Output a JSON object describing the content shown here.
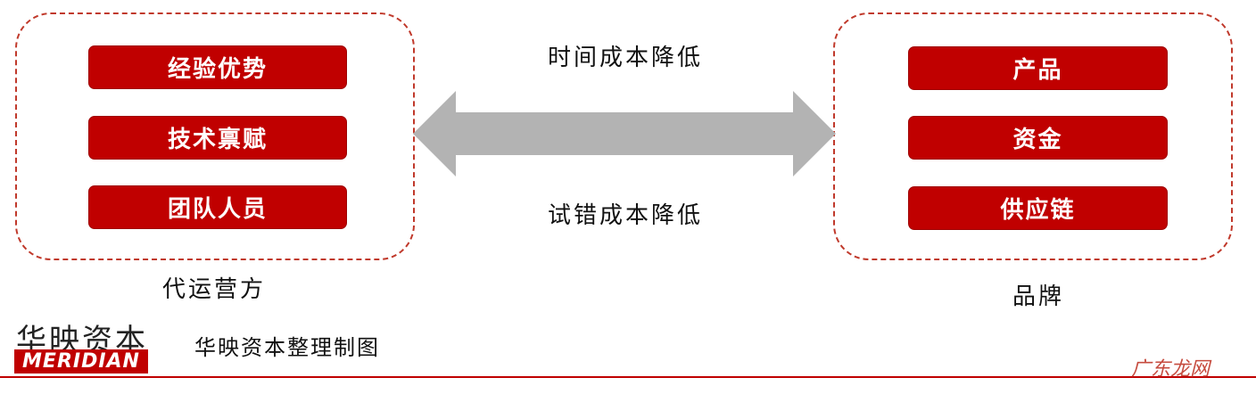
{
  "left_group": {
    "label": "代运营方",
    "items": [
      {
        "label": "经验优势"
      },
      {
        "label": "技术禀赋"
      },
      {
        "label": "团队人员"
      }
    ]
  },
  "right_group": {
    "label": "品牌",
    "items": [
      {
        "label": "产品"
      },
      {
        "label": "资金"
      },
      {
        "label": "供应链"
      }
    ]
  },
  "arrow": {
    "top_label": "时间成本降低",
    "bottom_label": "试错成本降低",
    "color": "#b3b3b3"
  },
  "footer": {
    "brand_cn": "华映资本",
    "brand_en": "MERIDIAN",
    "source": "华映资本整理制图",
    "watermark": "广东龙网",
    "accent_color": "#c00000"
  }
}
